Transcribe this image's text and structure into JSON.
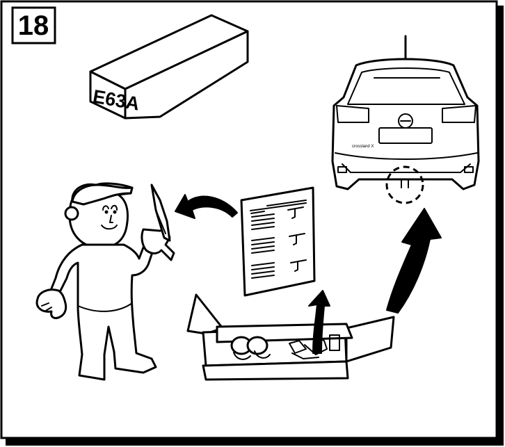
{
  "step_number": "18",
  "box_code": "E63A",
  "colors": {
    "ink": "#000000",
    "paper": "#ffffff"
  },
  "icons": [
    "kit-box-icon",
    "mechanic-figure",
    "instruction-sheet-icon",
    "car-rear-icon",
    "open-parts-box-icon",
    "arrow-icon"
  ]
}
